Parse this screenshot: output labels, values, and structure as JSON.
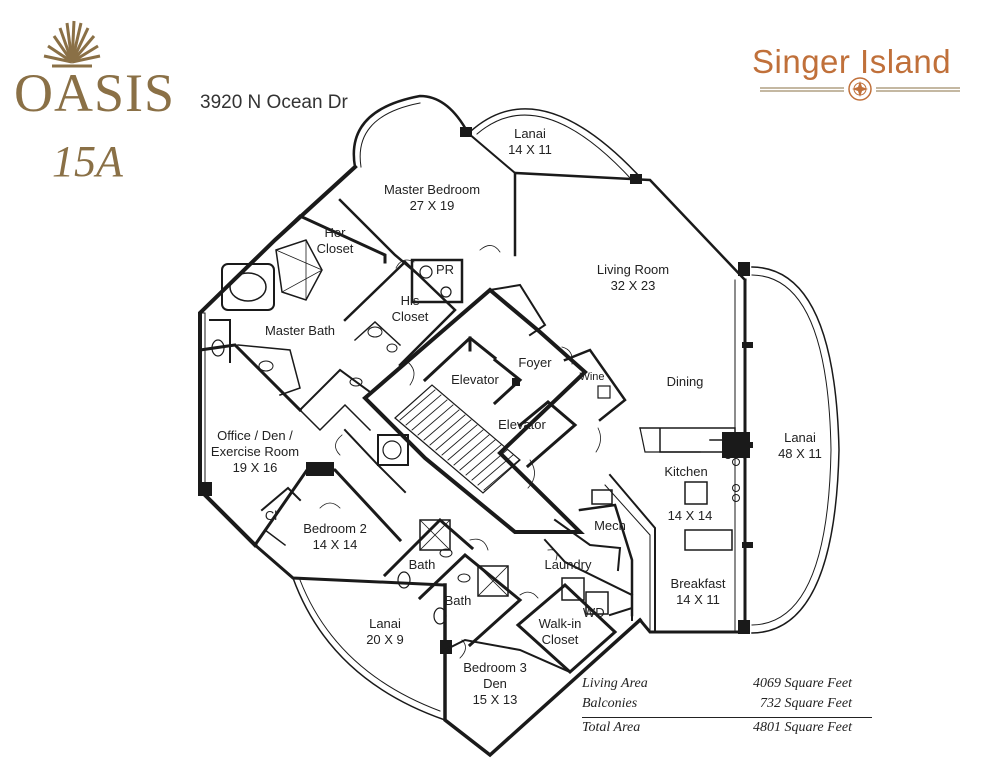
{
  "brand": {
    "name": "OASIS",
    "unit": "15A",
    "address": "3920 N Ocean Dr",
    "location": "Singer Island",
    "colors": {
      "gold": "#8a7046",
      "orange": "#c0703a",
      "wall": "#1a1a1a"
    }
  },
  "rooms": {
    "lanai_top": {
      "name": "Lanai",
      "size": "14 X 11"
    },
    "master_bedroom": {
      "name": "Master Bedroom",
      "size": "27 X 19"
    },
    "her_closet": {
      "name": "Her",
      "name2": "Closet"
    },
    "pr": {
      "name": "PR"
    },
    "his_closet": {
      "name": "His",
      "name2": "Closet"
    },
    "living_room": {
      "name": "Living Room",
      "size": "32 X 23"
    },
    "master_bath": {
      "name": "Master Bath"
    },
    "foyer": {
      "name": "Foyer"
    },
    "wine": {
      "name": "Wine"
    },
    "elevator1": {
      "name": "Elevator"
    },
    "elevator2": {
      "name": "Elevator"
    },
    "dining": {
      "name": "Dining"
    },
    "lanai_right": {
      "name": "Lanai",
      "size": "48 X 11"
    },
    "office": {
      "name": "Office / Den /",
      "name2": "Exercise Room",
      "size": "19 X 16"
    },
    "kitchen": {
      "name": "Kitchen",
      "size": "14 X 14"
    },
    "cl": {
      "name": "Cl"
    },
    "bedroom2": {
      "name": "Bedroom 2",
      "size": "14 X 14"
    },
    "mech": {
      "name": "Mech"
    },
    "bath1": {
      "name": "Bath"
    },
    "bath2": {
      "name": "Bath"
    },
    "laundry": {
      "name": "Laundry"
    },
    "breakfast": {
      "name": "Breakfast",
      "size": "14 X 11"
    },
    "washer": {
      "name": "W"
    },
    "dryer": {
      "name": "D"
    },
    "lanai_bottom": {
      "name": "Lanai",
      "size": "20 X 9"
    },
    "walkin": {
      "name": "Walk-in",
      "name2": "Closet"
    },
    "bedroom3": {
      "name": "Bedroom 3",
      "name2": "Den",
      "size": "15 X 13"
    }
  },
  "areas": [
    {
      "label": "Living Area",
      "value": "4069 Square Feet"
    },
    {
      "label": "Balconies",
      "value": "732 Square Feet"
    },
    {
      "label": "Total Area",
      "value": "4801 Square Feet"
    }
  ]
}
